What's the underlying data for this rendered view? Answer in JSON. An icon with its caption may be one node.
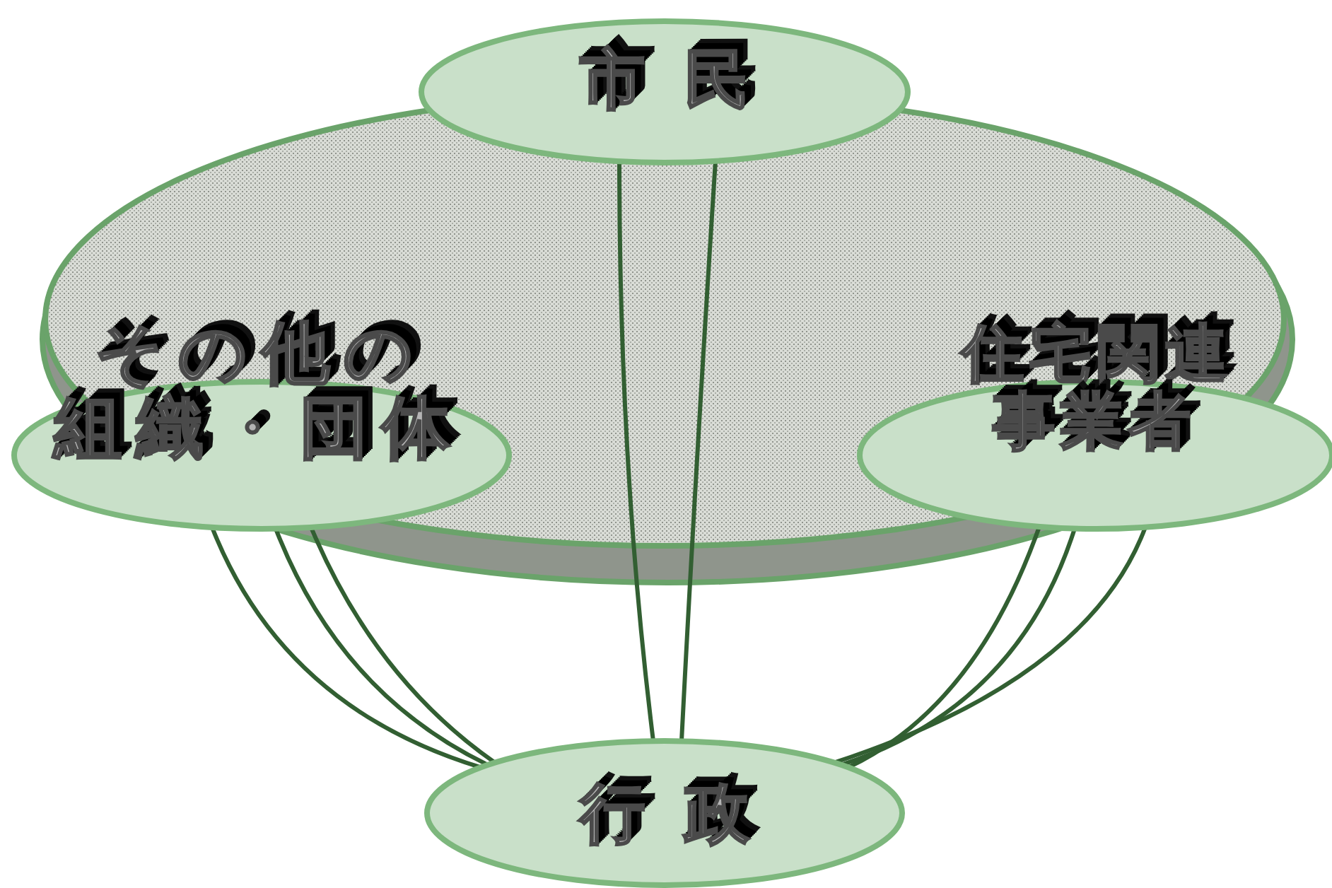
{
  "diagram": {
    "nodes": [
      {
        "text": [
          "市 民"
        ]
      },
      {
        "text": [
          "その他の組織・団体"
        ]
      },
      {
        "text": [
          "住宅関連事業者"
        ]
      },
      {
        "text": [
          "行 政"
        ]
      }
    ],
    "edges": [
      {
        "from": 0,
        "to": 3,
        "arrow": "none"
      },
      {
        "from": 0,
        "to": 3,
        "arrow": "none"
      },
      {
        "from": 1,
        "to": 3,
        "arrow": "none"
      },
      {
        "from": 1,
        "to": 3,
        "arrow": "none"
      },
      {
        "from": 1,
        "to": 3,
        "arrow": "none"
      },
      {
        "from": 2,
        "to": 3,
        "arrow": "none"
      },
      {
        "from": 2,
        "to": 3,
        "arrow": "none"
      },
      {
        "from": 2,
        "to": 3,
        "arrow": "none"
      }
    ]
  }
}
